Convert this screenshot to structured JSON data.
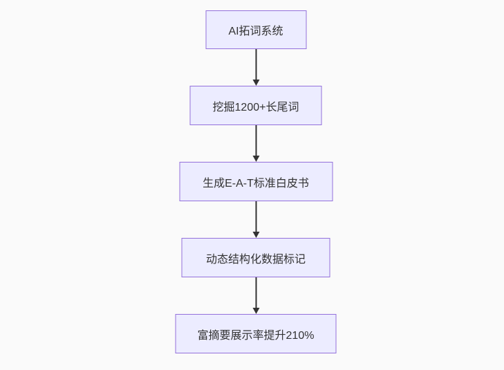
{
  "page": {
    "background_color": "#fafafa"
  },
  "diagram": {
    "type": "flowchart",
    "direction": "top-down",
    "node_fill_color": "#ECECFF",
    "node_border_color": "#9370DB",
    "edge_color": "#333333",
    "text_color": "#333333",
    "nodes": [
      {
        "id": "n1",
        "label": "AI拓词系统"
      },
      {
        "id": "n2",
        "label": "挖掘1200+长尾词"
      },
      {
        "id": "n3",
        "label": "生成E-A-T标准白皮书"
      },
      {
        "id": "n4",
        "label": "动态结构化数据标记"
      },
      {
        "id": "n5",
        "label": "富摘要展示率提升210%"
      }
    ],
    "edges": [
      {
        "from": "n1",
        "to": "n2"
      },
      {
        "from": "n2",
        "to": "n3"
      },
      {
        "from": "n3",
        "to": "n4"
      },
      {
        "from": "n4",
        "to": "n5"
      }
    ]
  }
}
